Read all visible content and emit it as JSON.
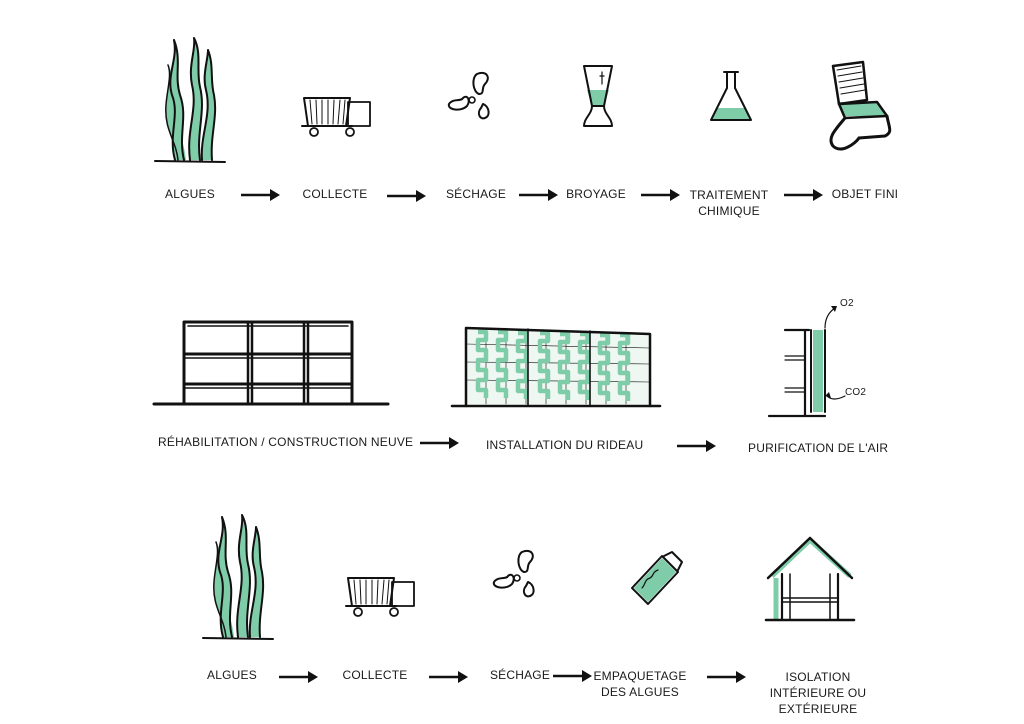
{
  "row1": {
    "steps": [
      "ALGUES",
      "COLLECTE",
      "SÉCHAGE",
      "BROYAGE",
      "TRAITEMENT CHIMIQUE",
      "OBJET FINI"
    ]
  },
  "row2": {
    "steps": [
      "RÉHABILITATION / CONSTRUCTION NEUVE",
      "INSTALLATION DU RIDEAU",
      "PURIFICATION DE L'AIR"
    ],
    "o2_label": "O2",
    "co2_label": "CO2"
  },
  "row3": {
    "steps": [
      "ALGUES",
      "COLLECTE",
      "SÉCHAGE",
      "EMPAQUETAGE DES ALGUES",
      "ISOLATION INTÉRIEURE OU EXTÉRIEURE"
    ]
  },
  "colors": {
    "green": "#7fcca9",
    "ink": "#111111"
  }
}
